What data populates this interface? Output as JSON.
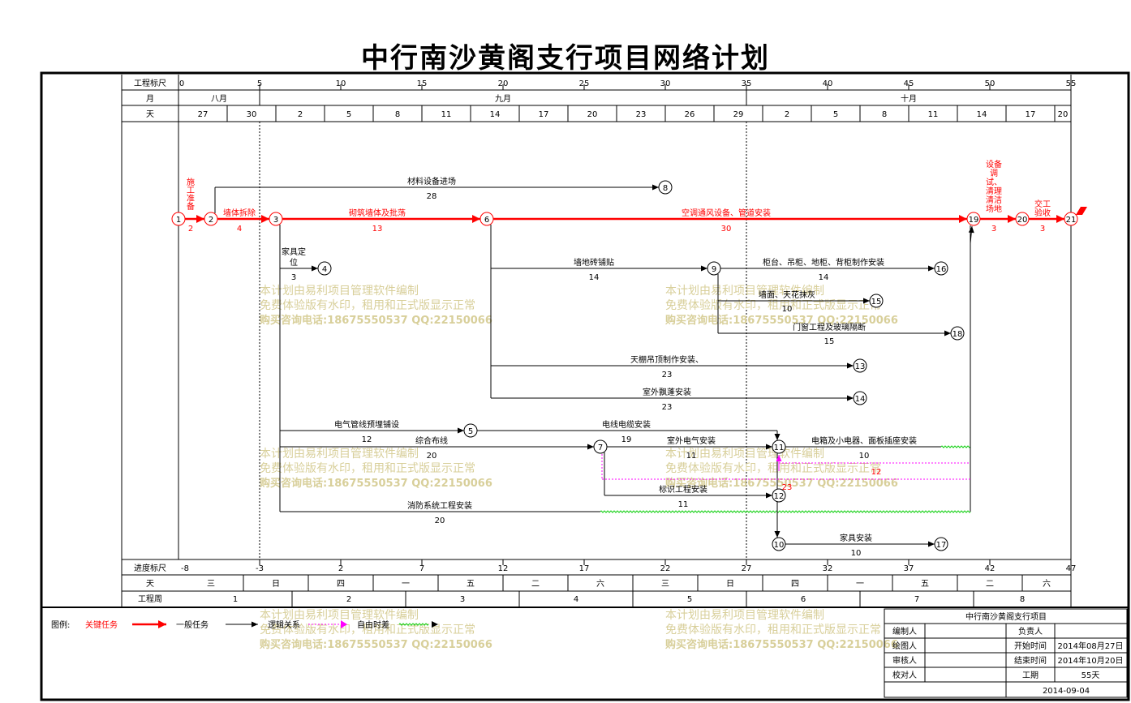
{
  "title": "中行南沙黄阁支行项目网络计划",
  "scale": {
    "label": "工程标尺",
    "ticks": [
      "0",
      "5",
      "10",
      "15",
      "20",
      "25",
      "30",
      "35",
      "40",
      "45",
      "50",
      "55"
    ]
  },
  "month": {
    "label": "月",
    "cells": [
      "八月",
      "九月",
      "十月"
    ]
  },
  "day": {
    "label": "天",
    "cells": [
      "27",
      "30",
      "2",
      "5",
      "8",
      "11",
      "14",
      "17",
      "20",
      "23",
      "26",
      "29",
      "2",
      "5",
      "8",
      "11",
      "14",
      "17",
      "20"
    ]
  },
  "progress": {
    "label": "进度标尺",
    "ticks": [
      "-8",
      "-3",
      "2",
      "7",
      "12",
      "17",
      "22",
      "27",
      "32",
      "37",
      "42",
      "47"
    ]
  },
  "weekday": {
    "label": "天",
    "cells": [
      "三",
      "日",
      "四",
      "一",
      "五",
      "二",
      "六",
      "三",
      "日",
      "四",
      "一",
      "五",
      "二",
      "六"
    ]
  },
  "week": {
    "label": "工程周",
    "cells": [
      "1",
      "2",
      "3",
      "4",
      "5",
      "6",
      "7",
      "8"
    ]
  },
  "nodes": [
    "1",
    "2",
    "3",
    "4",
    "5",
    "6",
    "7",
    "8",
    "9",
    "10",
    "11",
    "12",
    "13",
    "14",
    "15",
    "16",
    "17",
    "18",
    "19",
    "20",
    "21"
  ],
  "tasks": [
    {
      "name": "施工准备",
      "dur": "2",
      "type": "critical"
    },
    {
      "name": "墙体拆除",
      "dur": "4",
      "type": "critical"
    },
    {
      "name": "砌筑墙体及批荡",
      "dur": "13",
      "type": "critical"
    },
    {
      "name": "空调通风设备、管道安装",
      "dur": "30",
      "type": "critical"
    },
    {
      "name": "设备调试、清理清洁场地",
      "dur": "3",
      "type": "critical"
    },
    {
      "name": "交工验收",
      "dur": "3",
      "type": "critical"
    },
    {
      "name": "材料设备进场",
      "dur": "28",
      "type": "normal"
    },
    {
      "name": "家具定位",
      "dur": "3",
      "type": "normal"
    },
    {
      "name": "墙地砖铺贴",
      "dur": "14",
      "type": "normal"
    },
    {
      "name": "柜台、吊柜、地柜、背柜制作安装",
      "dur": "14",
      "type": "normal"
    },
    {
      "name": "墙面、天花抹灰",
      "dur": "10",
      "type": "normal"
    },
    {
      "name": "门窗工程及玻璃隔断",
      "dur": "15",
      "type": "normal"
    },
    {
      "name": "天棚吊顶制作安装、",
      "dur": "23",
      "type": "normal"
    },
    {
      "name": "室外飘蓬安装",
      "dur": "23",
      "type": "normal"
    },
    {
      "name": "电气管线预埋铺设",
      "dur": "12",
      "type": "normal"
    },
    {
      "name": "电线电缆安装",
      "dur": "19",
      "type": "normal"
    },
    {
      "name": "综合布线",
      "dur": "20",
      "type": "normal"
    },
    {
      "name": "室外电气安装",
      "dur": "11",
      "type": "normal"
    },
    {
      "name": "电箱及小电器、面板插座安装",
      "dur": "10",
      "type": "normal"
    },
    {
      "name": "标识工程安装",
      "dur": "11",
      "type": "normal"
    },
    {
      "name": "消防系统工程安装",
      "dur": "20",
      "type": "normal"
    },
    {
      "name": "家具安装",
      "dur": "10",
      "type": "normal"
    },
    {
      "name": "",
      "dur": "12",
      "type": "dummy"
    },
    {
      "name": "",
      "dur": "23",
      "type": "dummy"
    }
  ],
  "watermark": {
    "line1": "本计划由易利项目管理软件编制",
    "line2": "免费体验版有水印，租用和正式版显示正常",
    "line3": "购买咨询电话:18675550537 QQ:22150066"
  },
  "legend": {
    "label": "图例:",
    "critical": "关键任务",
    "normal": "一般任务",
    "logic": "逻辑关系",
    "free": "自由时差"
  },
  "titleblock": {
    "project": "中行南沙黄阁支行项目",
    "editor_label": "编制人",
    "editor_value": "",
    "lead_label": "负责人",
    "lead_value": "",
    "drawer_label": "绘图人",
    "start_label": "开始时间",
    "start_value": "2014年08月27日",
    "reviewer_label": "审核人",
    "end_label": "结束时间",
    "end_value": "2014年10月20日",
    "checker_label": "校对人",
    "duration_label": "工期",
    "duration_value": "55天",
    "date": "2014-09-04"
  },
  "colors": {
    "critical": "#ff0000",
    "normal": "#000000",
    "free_float": "#00cc00",
    "dummy": "#ff00ff",
    "watermark": "#d8cf9a"
  }
}
